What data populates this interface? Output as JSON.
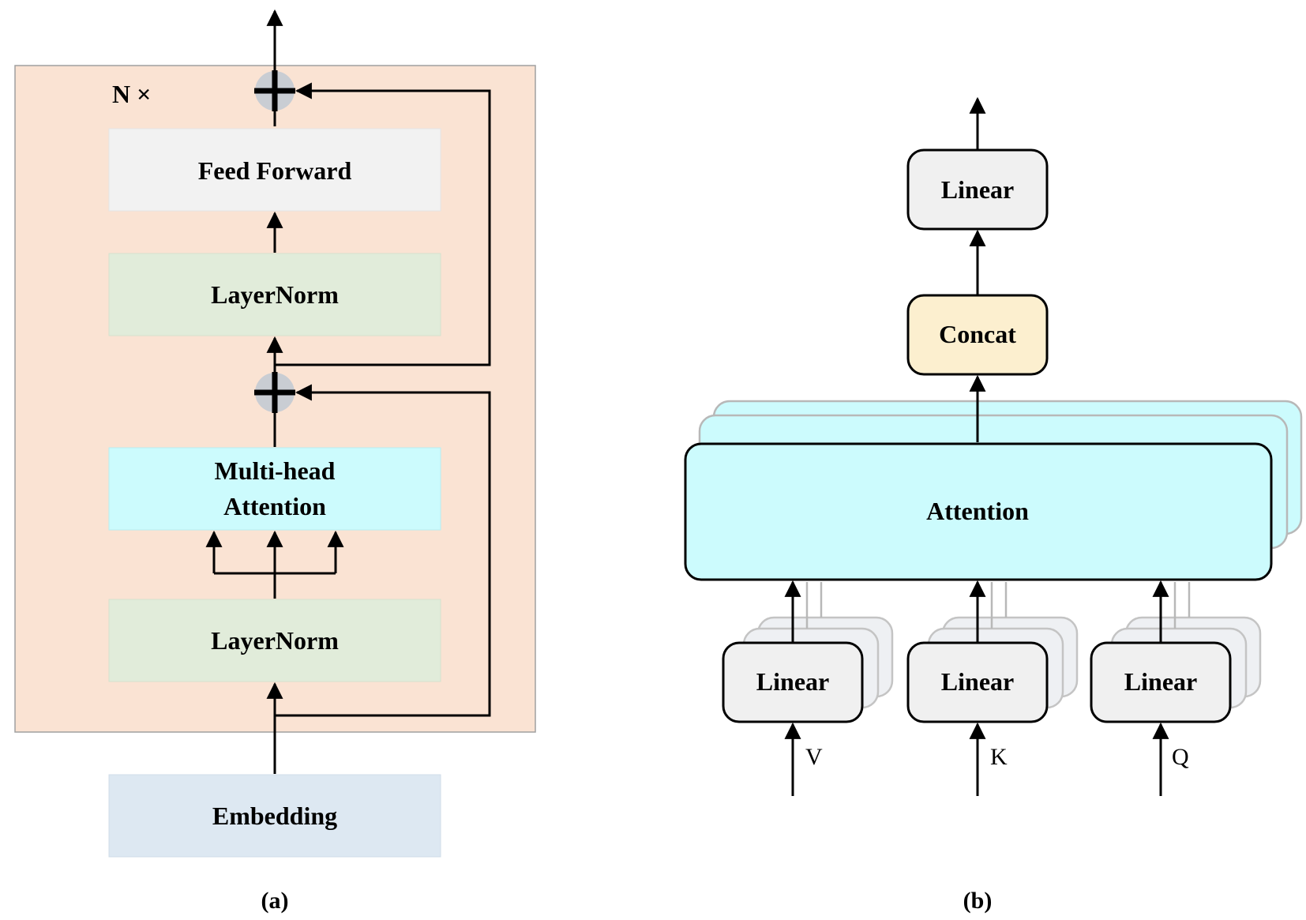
{
  "panel_a": {
    "caption": "(a)",
    "repeat_label": "N ×",
    "blocks": {
      "feed_forward": "Feed Forward",
      "layernorm_top": "LayerNorm",
      "multihead_line1": "Multi-head",
      "multihead_line2": "Attention",
      "layernorm_bottom": "LayerNorm",
      "embedding": "Embedding"
    }
  },
  "panel_b": {
    "caption": "(b)",
    "blocks": {
      "linear_top": "Linear",
      "concat": "Concat",
      "attention": "Attention",
      "linear_v": "Linear",
      "linear_k": "Linear",
      "linear_q": "Linear"
    },
    "inputs": {
      "v": "V",
      "k": "K",
      "q": "Q"
    }
  },
  "colors": {
    "encoder_bg": "#fae3d3",
    "feed_forward": "#f2f2f2",
    "layernorm": "#e1ecda",
    "multihead": "#ccfbfd",
    "embedding": "#dde8f2",
    "attention": "#ccfbfd",
    "concat": "#fcefcf",
    "linear": "#f0f0f0"
  }
}
